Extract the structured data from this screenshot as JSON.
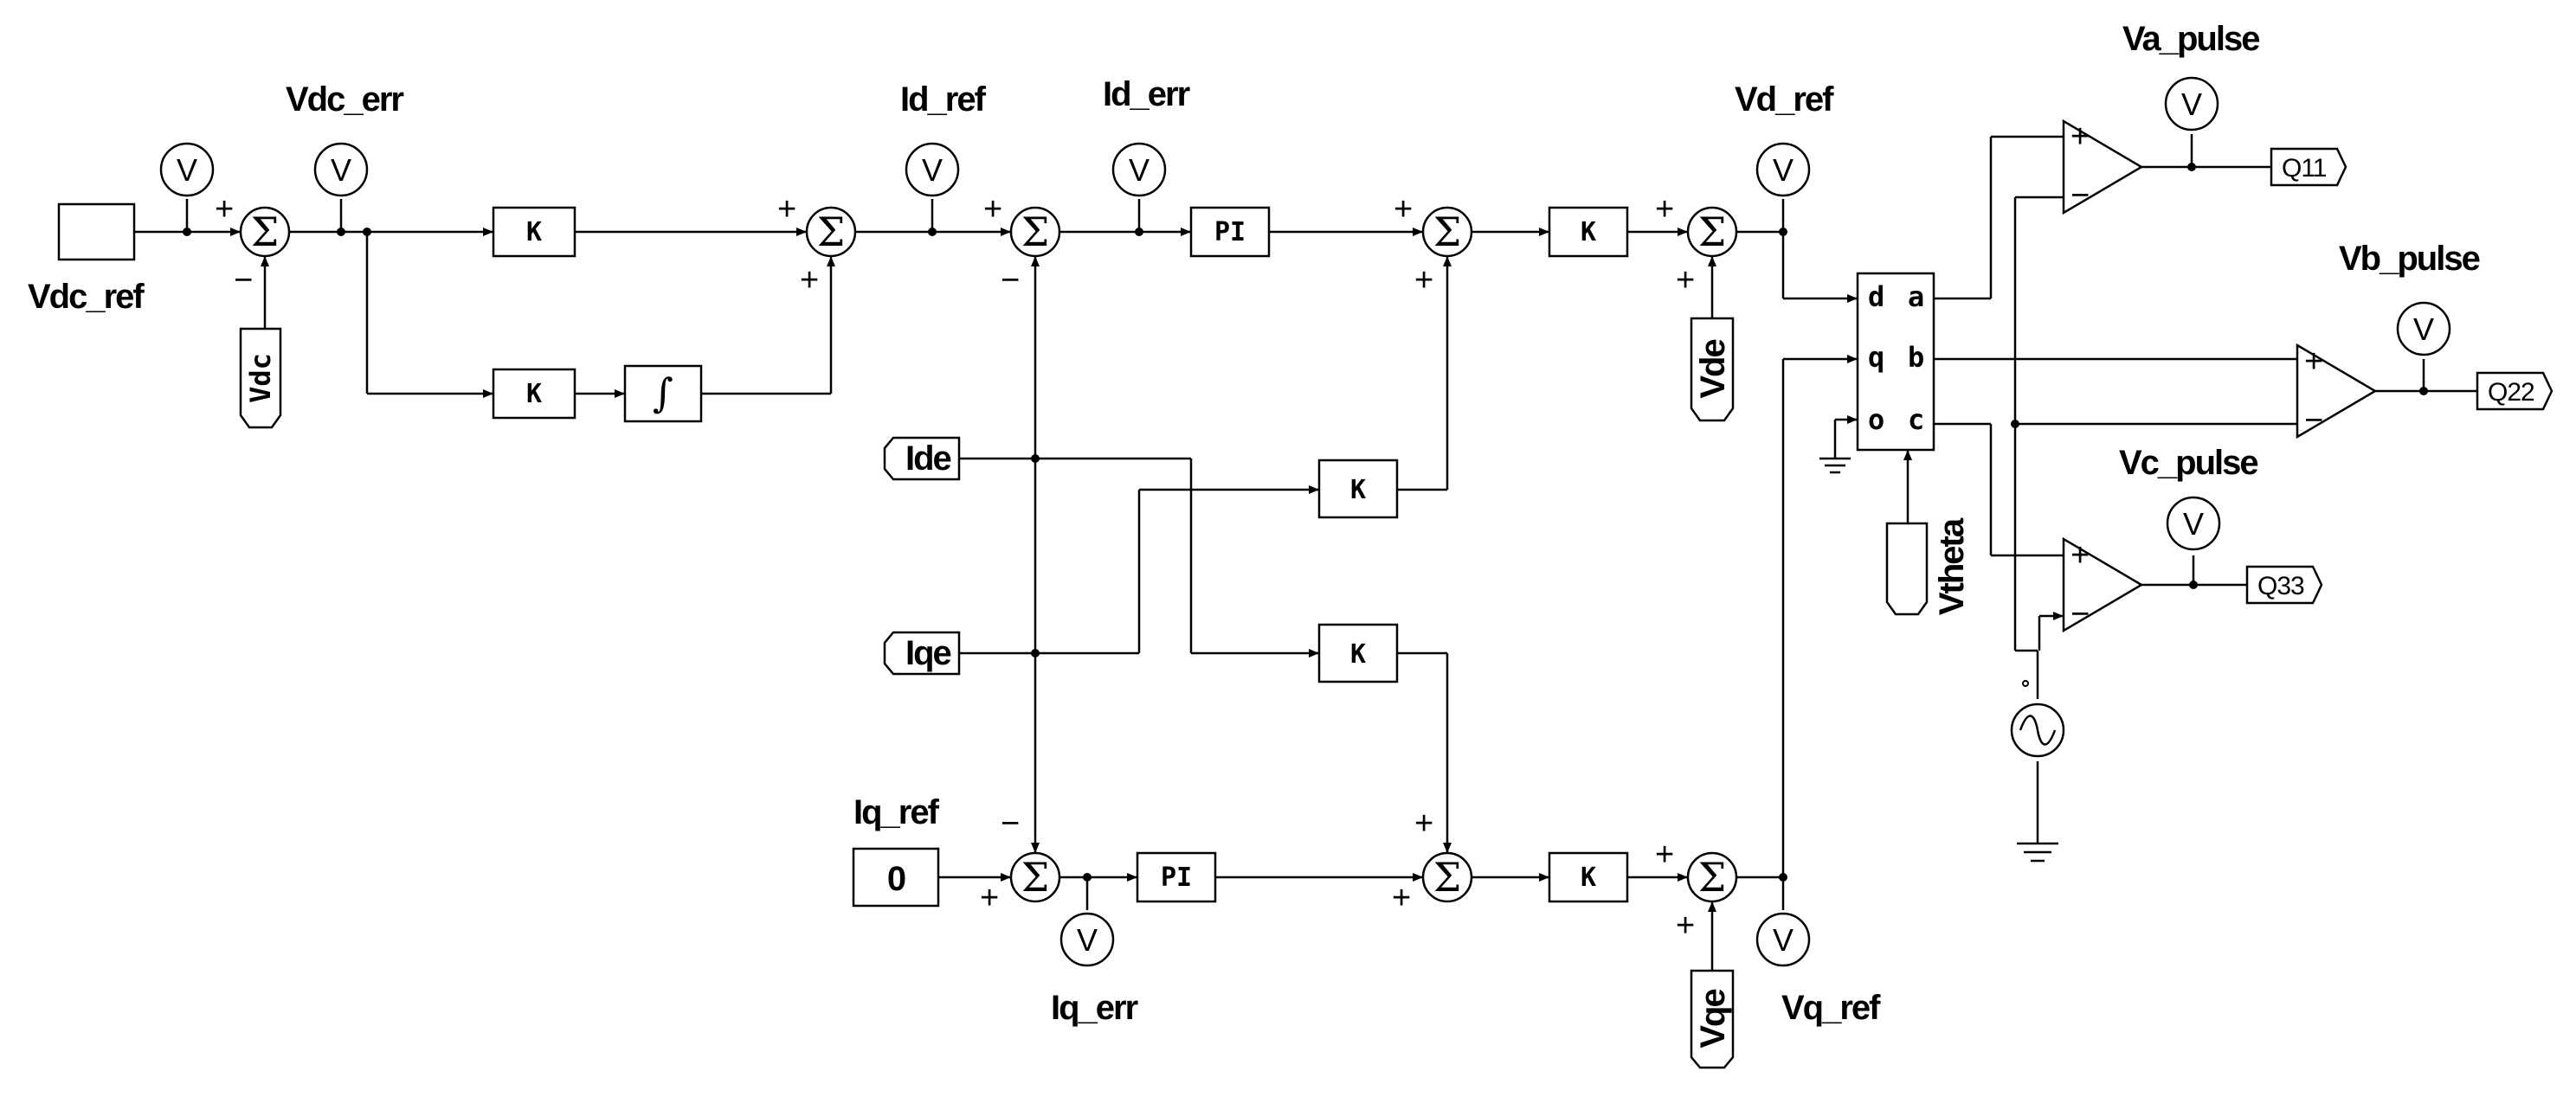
{
  "labels": {
    "vdc_ref": "Vdc_ref",
    "vdc_err": "Vdc_err",
    "id_ref": "Id_ref",
    "id_err": "Id_err",
    "vd_ref": "Vd_ref",
    "iq_ref": "Iq_ref",
    "iq_err": "Iq_err",
    "vq_ref": "Vq_ref",
    "va_pulse": "Va_pulse",
    "vb_pulse": "Vb_pulse",
    "vc_pulse": "Vc_pulse"
  },
  "blocks": {
    "gain": "K",
    "pi": "PI",
    "integrator": "∫",
    "sum": "Σ",
    "meter": "V",
    "iq_ref_value": "0"
  },
  "inputs": {
    "vdc": "Vdc",
    "ide": "Ide",
    "iqe": "Iqe",
    "vde": "Vde",
    "vqe": "Vqe",
    "vtheta": "Vtheta"
  },
  "transform_ports": {
    "d": "d",
    "q": "q",
    "o": "o",
    "a": "a",
    "b": "b",
    "c": "c"
  },
  "outputs": {
    "q11": "Q11",
    "q22": "Q22",
    "q33": "Q33"
  },
  "signs": {
    "plus": "+",
    "minus": "−"
  },
  "colors": {
    "line": "#000000",
    "background": "#ffffff"
  }
}
